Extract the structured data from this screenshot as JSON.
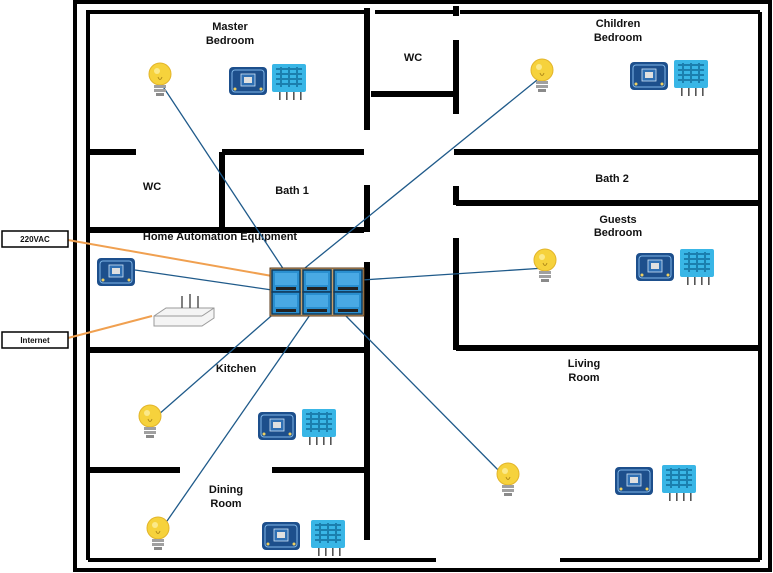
{
  "title": "Home Automation Equipment",
  "rooms": {
    "master_bedroom": [
      "Master",
      "Bedroom"
    ],
    "wc_top": "WC",
    "children_bedroom": [
      "Children",
      "Bedroom"
    ],
    "wc_left": "WC",
    "bath1": "Bath 1",
    "bath2": "Bath 2",
    "guests_bedroom": [
      "Guests",
      "Bedroom"
    ],
    "kitchen": "Kitchen",
    "living_room": [
      "Living",
      "Room"
    ],
    "dining_room": [
      "Dining",
      "Room"
    ]
  },
  "inputs": {
    "power": "220VAC",
    "internet": "Internet"
  },
  "colors": {
    "wall": "#000000",
    "wire": "#1f5a8a",
    "external_line": "#f0a050",
    "bulb": "#f6d23c",
    "bulb_base": "#a0a0a0",
    "sensor": "#39b6e6",
    "board": "#1d4f8c",
    "relay": "#2a8fd0"
  },
  "icons": {
    "bulb": "light-bulb-icon",
    "sensor": "dht-sensor-icon",
    "board": "wifi-board-icon",
    "relay": "relay-module-icon",
    "router": "router-icon"
  }
}
